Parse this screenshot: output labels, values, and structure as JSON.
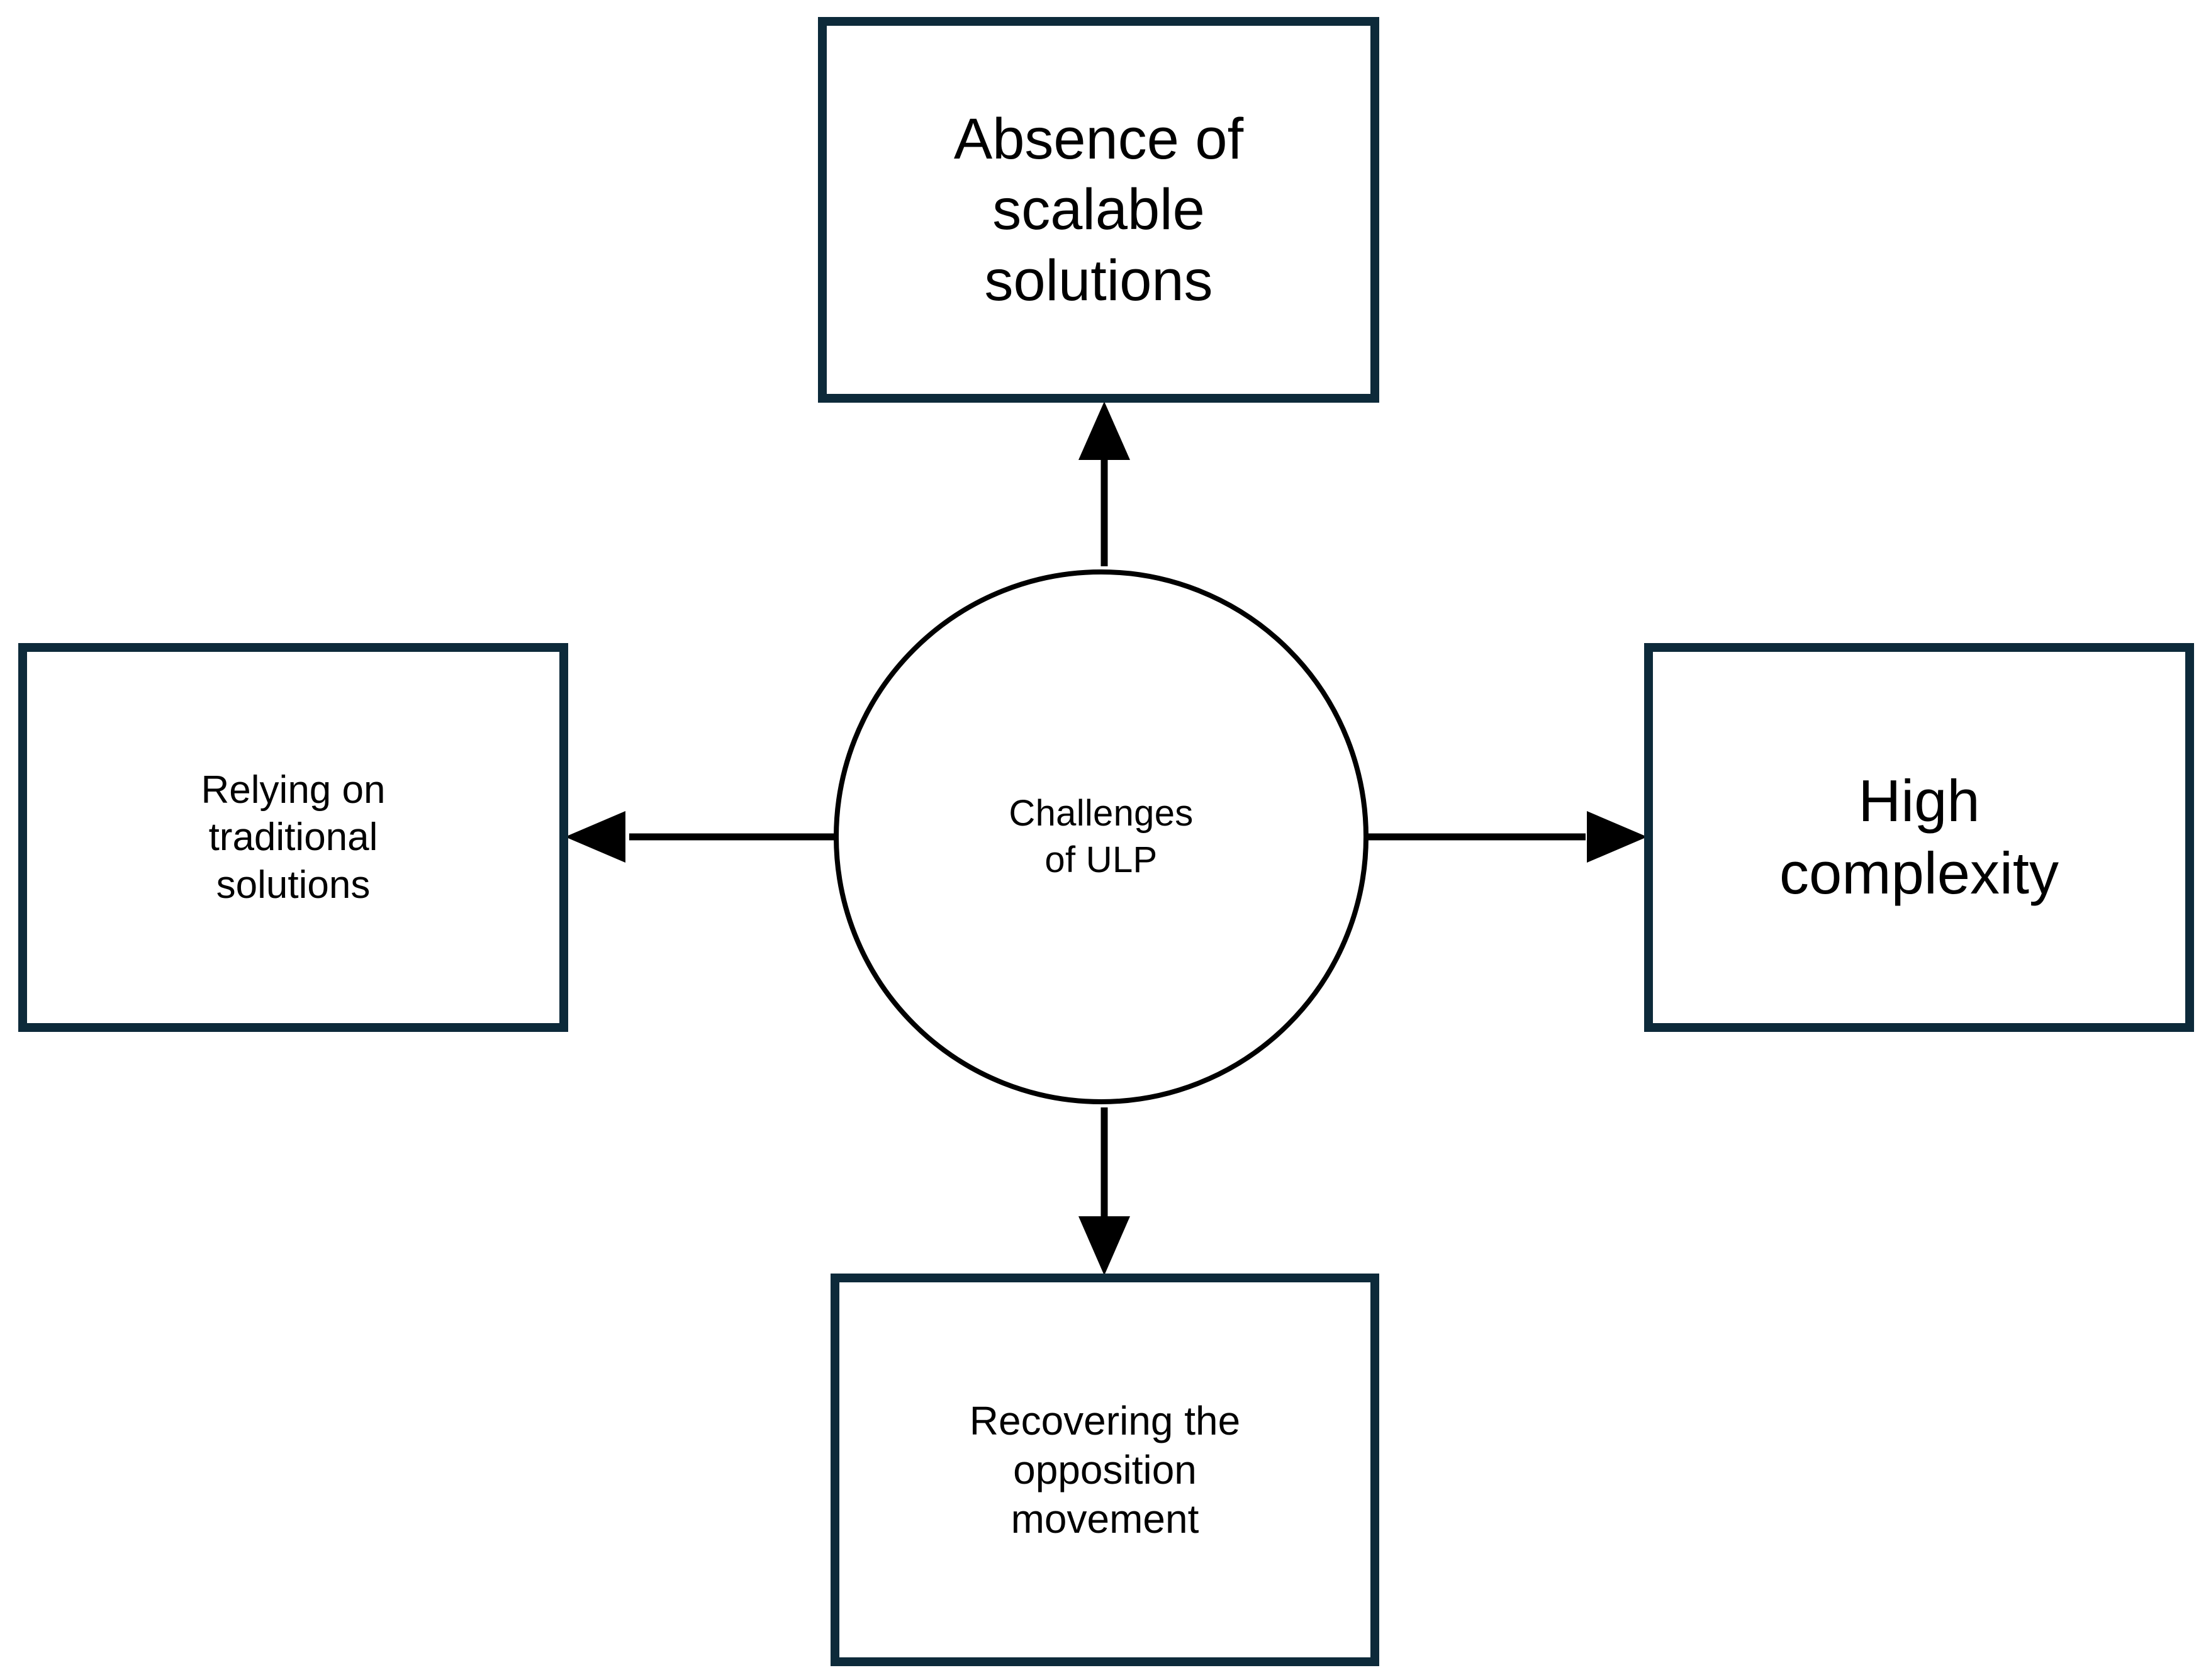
{
  "diagram": {
    "type": "hub-and-spoke",
    "title": "Challenges of ULP",
    "background_color": "#ffffff",
    "box_border_color": "#0d2a3a",
    "circle_border_color": "#000000",
    "arrow_color": "#000000",
    "text_color": "#000000",
    "hub": {
      "shape": "circle",
      "label": "Challenges\nof ULP"
    },
    "nodes": [
      {
        "id": "top",
        "position": "top",
        "shape": "rectangle",
        "label": "Absence of\nscalable\nsolutions"
      },
      {
        "id": "left",
        "position": "left",
        "shape": "rectangle",
        "label": "Relying on\ntraditional\nsolutions"
      },
      {
        "id": "right",
        "position": "right",
        "shape": "rectangle",
        "label": "High\ncomplexity"
      },
      {
        "id": "bottom",
        "position": "bottom",
        "shape": "rectangle",
        "label": "Recovering the\nopposition\nmovement"
      }
    ],
    "connectors": [
      {
        "id": "hub-to-top",
        "from": "hub",
        "to": "top",
        "direction": "up",
        "style": "single-arrow"
      },
      {
        "id": "hub-to-left",
        "from": "hub",
        "to": "left",
        "direction": "left",
        "style": "single-arrow"
      },
      {
        "id": "hub-to-right",
        "from": "hub",
        "to": "right",
        "direction": "right",
        "style": "single-arrow"
      },
      {
        "id": "hub-to-bottom",
        "from": "hub",
        "to": "bottom",
        "direction": "down",
        "style": "single-arrow"
      }
    ]
  }
}
